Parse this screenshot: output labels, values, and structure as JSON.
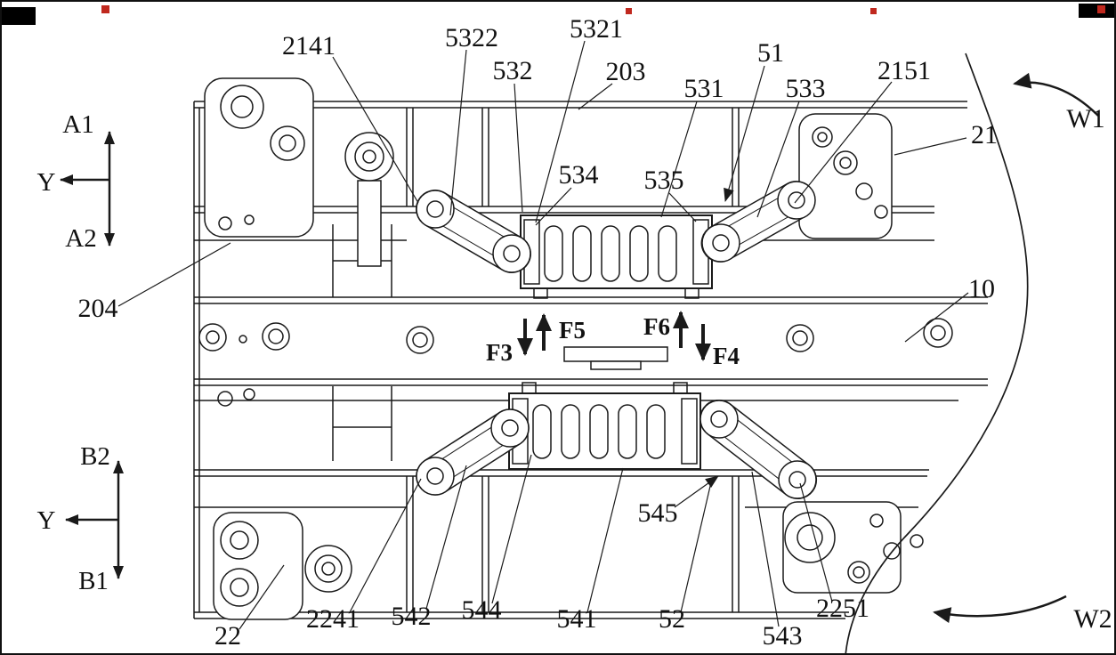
{
  "figure": {
    "kind": "patent-mechanical-drawing",
    "colors": {
      "line": "#1a1a1a",
      "background": "#ffffff",
      "artifact_black": "#000000",
      "artifact_red": "#c0281e"
    },
    "labels": {
      "n2141": "2141",
      "n5322": "5322",
      "n5321": "5321",
      "n532": "532",
      "n203": "203",
      "n531": "531",
      "n51": "51",
      "n533": "533",
      "n2151": "2151",
      "n21": "21",
      "n534": "534",
      "n535": "535",
      "n204": "204",
      "n10": "10",
      "n22": "22",
      "n2241": "2241",
      "n542": "542",
      "n544": "544",
      "n541": "541",
      "n52": "52",
      "n543": "543",
      "n2251": "2251",
      "n545": "545",
      "f3": "F3",
      "f4": "F4",
      "f5": "F5",
      "f6": "F6",
      "w1": "W1",
      "w2": "W2",
      "a1": "A1",
      "a2": "A2",
      "b1": "B1",
      "b2": "B2",
      "y_top": "Y",
      "y_bottom": "Y"
    }
  }
}
